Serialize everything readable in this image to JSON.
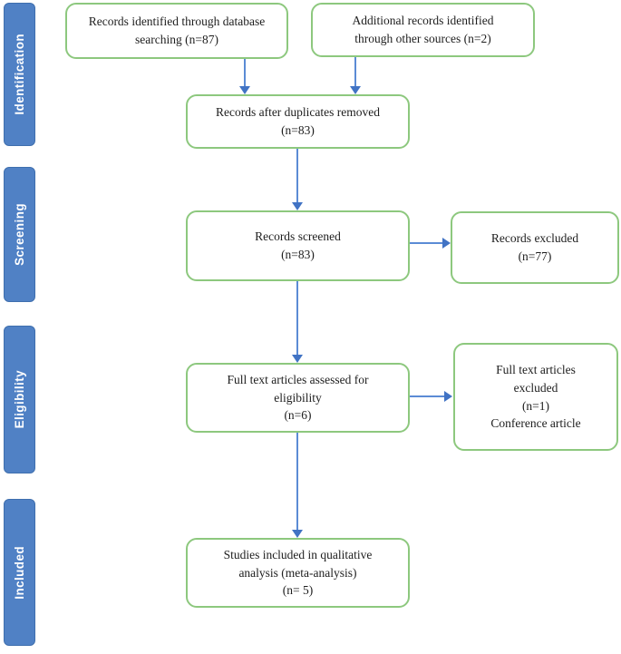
{
  "diagram": {
    "kind": "prisma-flow-diagram"
  },
  "stages": [
    {
      "label": "Identification"
    },
    {
      "label": "Screening"
    },
    {
      "label": "Eligibility"
    },
    {
      "label": "Included"
    }
  ],
  "nodes": {
    "database": {
      "text": "Records identified through database\nsearching (n=87)"
    },
    "other_sources": {
      "text": "Additional records identified\nthrough other sources (n=2)"
    },
    "duplicates_removed": {
      "text": "Records after duplicates removed\n(n=83)"
    },
    "screened": {
      "text": "Records screened\n(n=83)"
    },
    "excluded": {
      "text": "Records excluded\n(n=77)"
    },
    "fulltext_assessed": {
      "text": "Full text articles assessed for\neligibility\n(n=6)"
    },
    "fulltext_excluded": {
      "text": "Full text articles\nexcluded\n(n=1)\nConference article"
    },
    "included_studies": {
      "text": "Studies included in qualitative\nanalysis (meta-analysis)\n(n= 5)"
    }
  },
  "colors": {
    "node_border": "#8dc87e",
    "node_fill": "#ffffff",
    "stage_fill": "#5081c5",
    "stage_border": "#3f6fae",
    "stage_text": "#ffffff",
    "arrow_line": "#5b8bd5",
    "arrow_head": "#4173c4",
    "node_text": "#1d1d1d"
  }
}
